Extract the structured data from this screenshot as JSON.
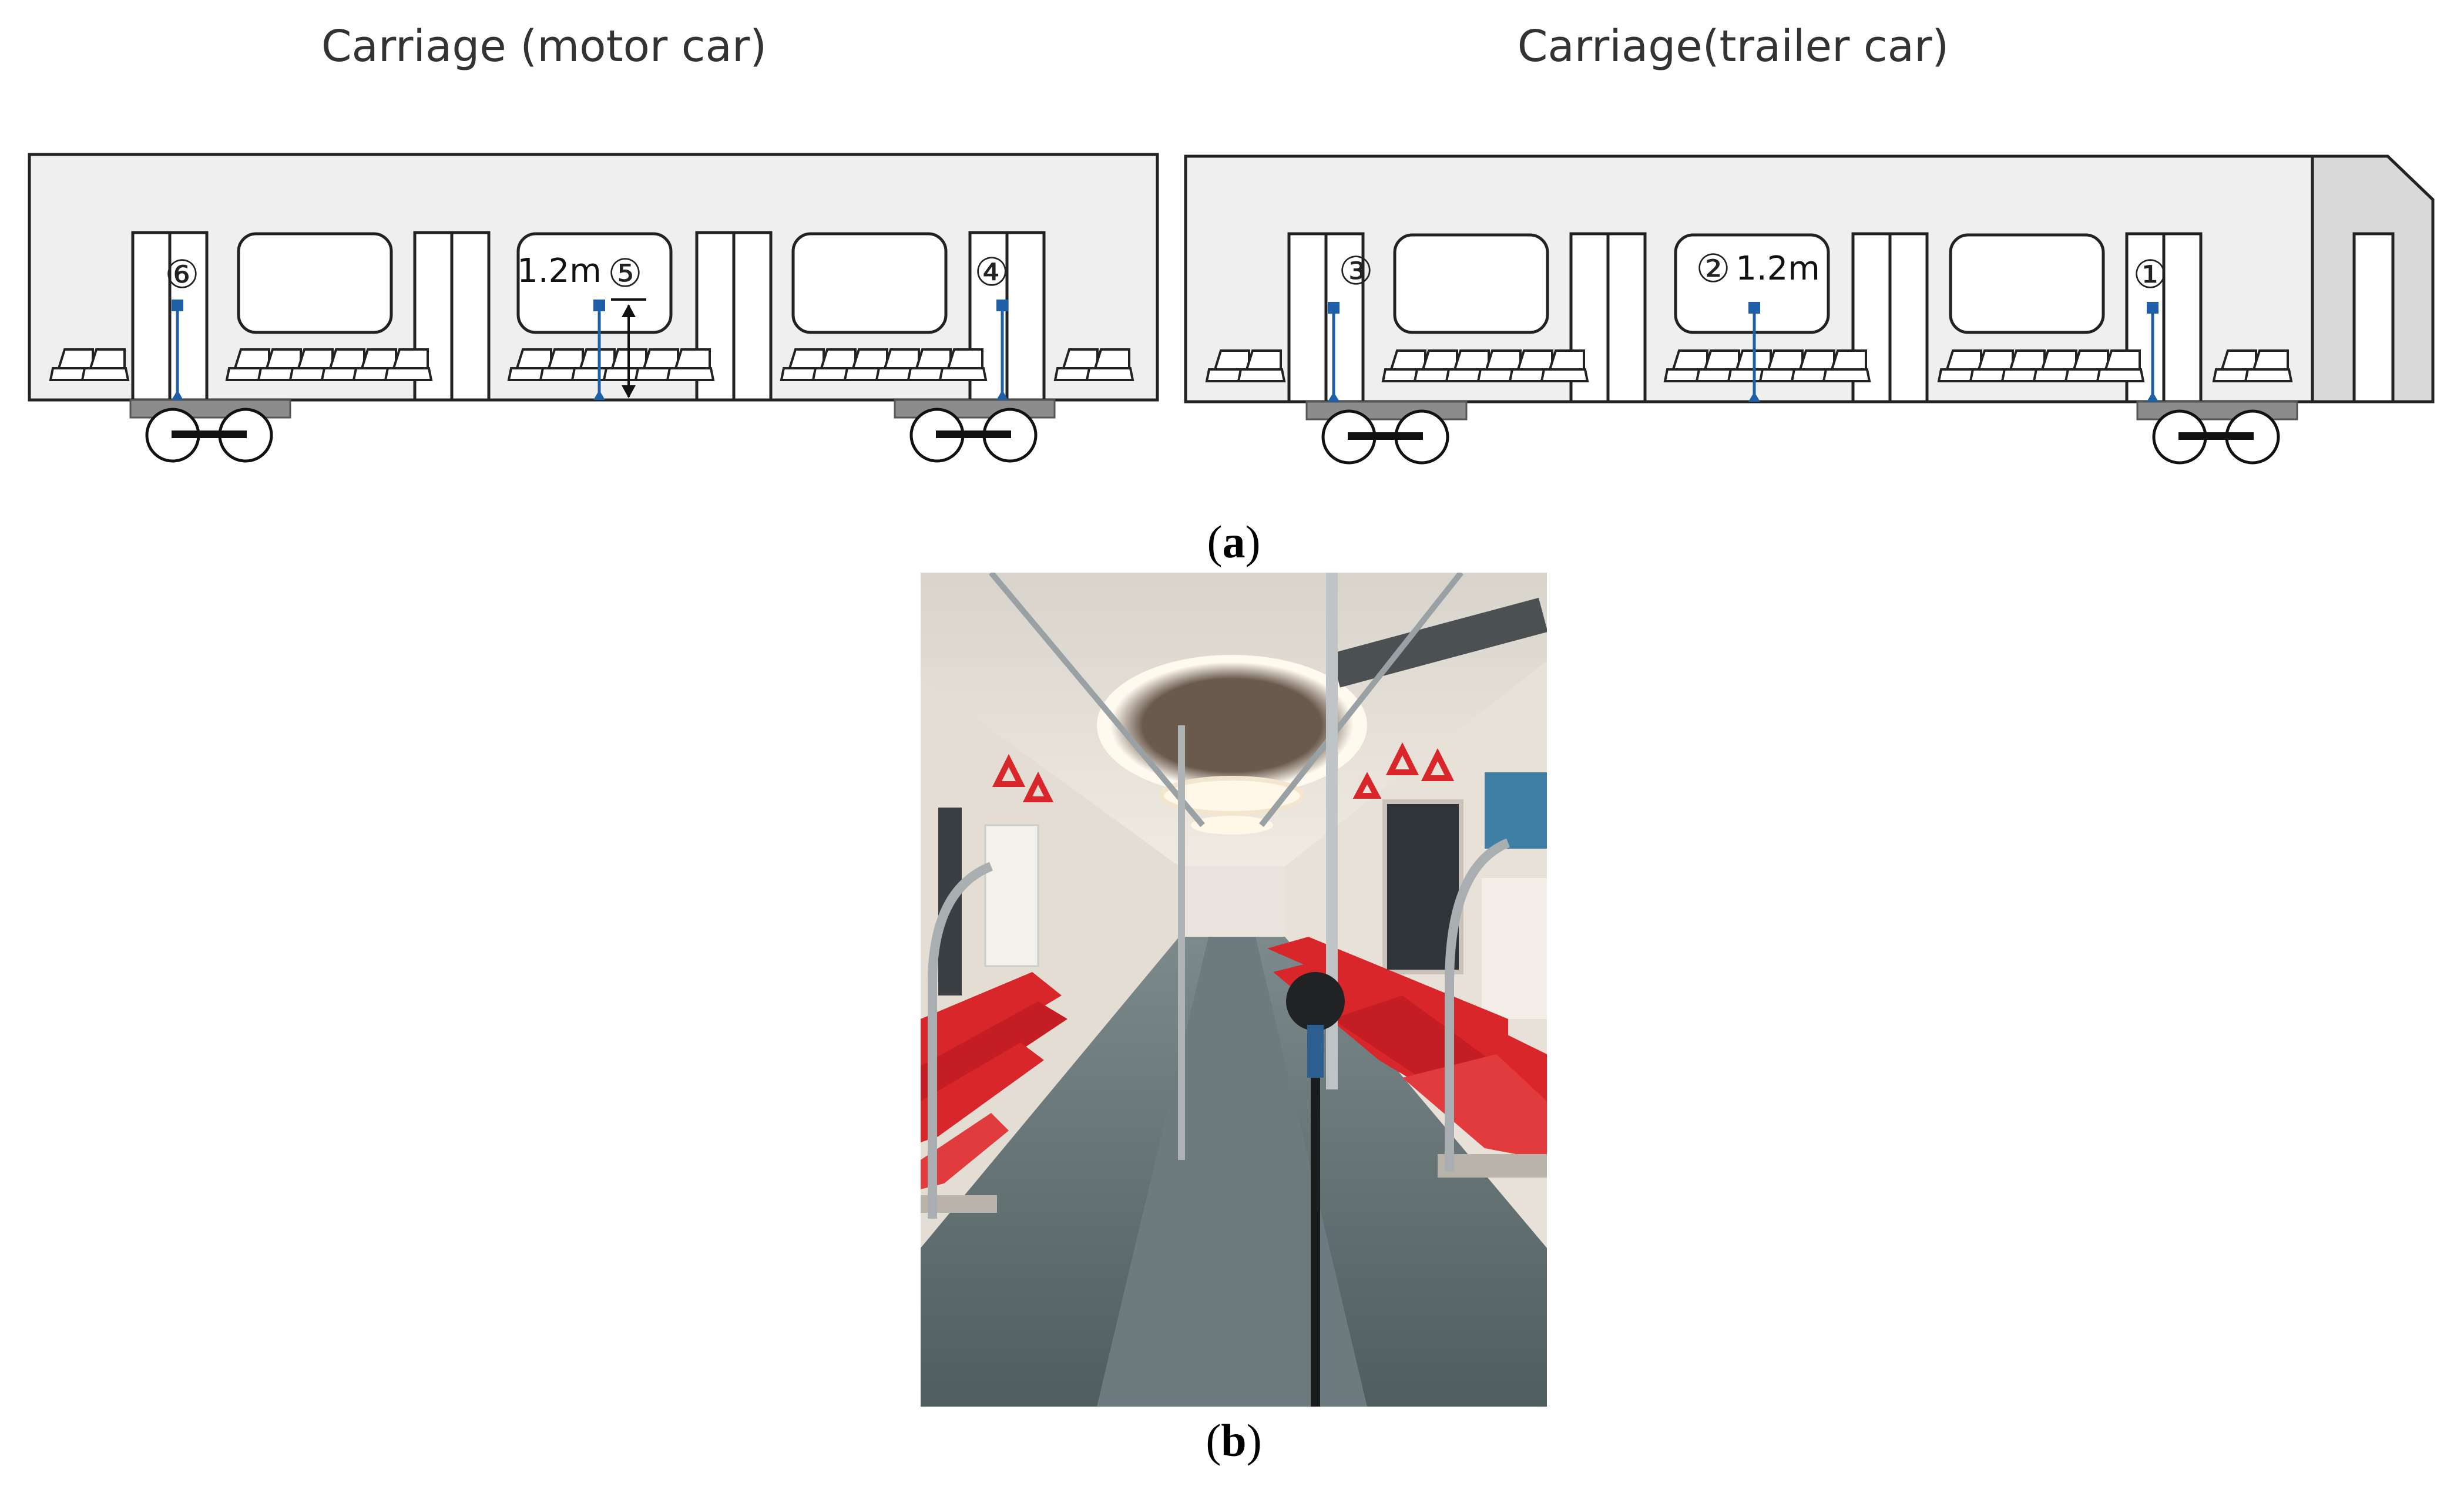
{
  "figure": {
    "motor_car": {
      "title": "Carriage (motor car)",
      "points": [
        {
          "marker": "⑥"
        },
        {
          "marker": "⑤",
          "height_label": "1.2m"
        },
        {
          "marker": "④"
        }
      ]
    },
    "trailer_car": {
      "title": "Carriage(trailer car)",
      "points": [
        {
          "marker": "③"
        },
        {
          "marker": "②",
          "height_label": "1.2m"
        },
        {
          "marker": "①"
        }
      ]
    },
    "caption_a": "a",
    "caption_b": "b"
  },
  "colors": {
    "body_fill": "#efefef",
    "outline": "#222222",
    "mic_line": "#1f5fa8",
    "bogie": "#8c8c8c",
    "seat_red": "#d9262a"
  }
}
